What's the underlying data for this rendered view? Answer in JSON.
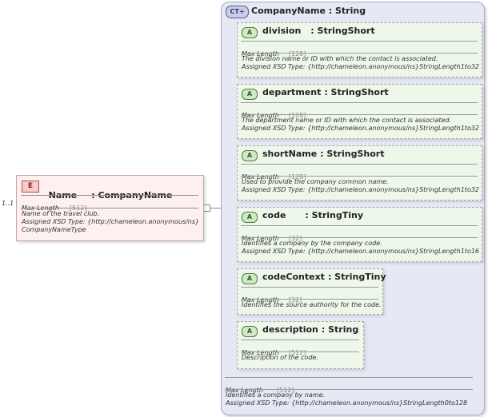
{
  "multiplicity": "1..1",
  "element": {
    "badge": "E",
    "name": "Name",
    "type_sep": ": CompanyName",
    "max_length_label": "Max Length",
    "max_length_value": "[512]",
    "doc_lines": [
      "Name of the travel club.",
      "Assigned XSD Type: {http://chameleon.anonymous/ns}",
      "CompanyNameType"
    ]
  },
  "complex_type": {
    "badge": "CT+",
    "title": "CompanyName : String",
    "max_length_label": "Max Length",
    "max_length_value": "[512]",
    "doc_lines": [
      "Identifies a company by name.",
      "Assigned XSD Type: {http://chameleon.anonymous/ns}StringLength0to128"
    ]
  },
  "attributes": [
    {
      "badge": "A",
      "name": "division",
      "type": ": StringShort",
      "max_length_label": "Max Length",
      "max_length_value": "[128]",
      "doc_lines": [
        "The division name or ID with which the contact is associated.",
        "Assigned XSD Type: {http://chameleon.anonymous/ns}StringLength1to32"
      ]
    },
    {
      "badge": "A",
      "name": "department",
      "type": ": StringShort",
      "max_length_label": "Max Length",
      "max_length_value": "[128]",
      "doc_lines": [
        "The department name or ID with which the contact is associated.",
        "Assigned XSD Type: {http://chameleon.anonymous/ns}StringLength1to32"
      ]
    },
    {
      "badge": "A",
      "name": "shortName",
      "type": ": StringShort",
      "max_length_label": "Max Length",
      "max_length_value": "[128]",
      "doc_lines": [
        "Used to provide the company common name.",
        "Assigned XSD Type: {http://chameleon.anonymous/ns}StringLength1to32"
      ]
    },
    {
      "badge": "A",
      "name": "code",
      "type": ": StringTiny",
      "max_length_label": "Max Length",
      "max_length_value": "[32]",
      "doc_lines": [
        "Identifies a company by the company code.",
        "Assigned XSD Type: {http://chameleon.anonymous/ns}StringLength1to16"
      ]
    },
    {
      "badge": "A",
      "name": "codeContext",
      "type": ": StringTiny",
      "max_length_label": "Max Length",
      "max_length_value": "[32]",
      "doc_lines": [
        "Identifies the source authority for the code."
      ]
    },
    {
      "badge": "A",
      "name": "description",
      "type": ": String",
      "max_length_label": "Max Length",
      "max_length_value": "[512]",
      "doc_lines": [
        "Description of the code."
      ]
    }
  ]
}
